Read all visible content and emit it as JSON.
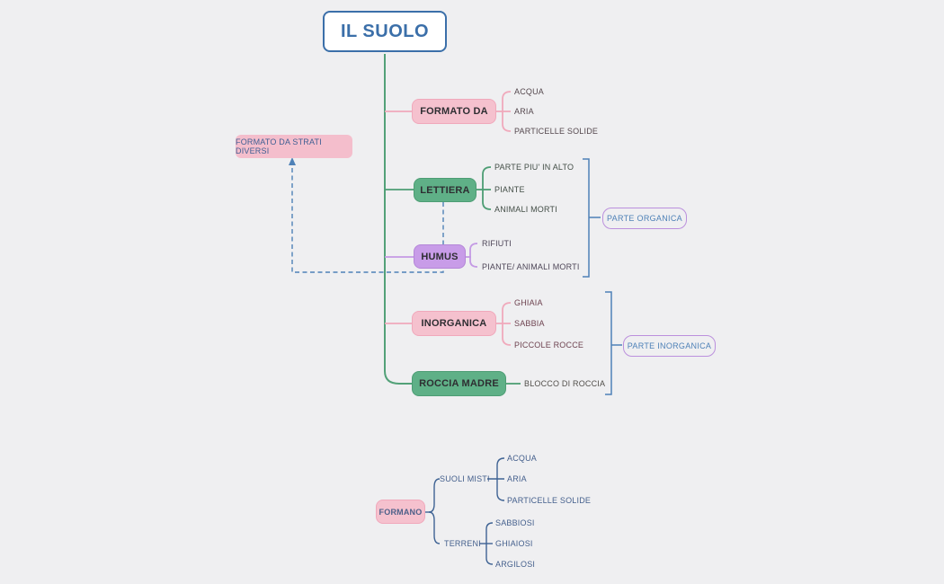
{
  "title": "IL SUOLO",
  "side_note": "FORMATO DA STRATI DIVERSI",
  "branches": [
    {
      "label": "FORMATO DA",
      "children": [
        "ACQUA",
        "ARIA",
        "PARTICELLE SOLIDE"
      ]
    },
    {
      "label": "LETTIERA",
      "children": [
        "PARTE PIU' IN ALTO",
        "PIANTE",
        "ANIMALI MORTI"
      ]
    },
    {
      "label": "HUMUS",
      "children": [
        "RIFIUTI",
        "PIANTE/ ANIMALI MORTI"
      ]
    },
    {
      "label": "INORGANICA",
      "children": [
        "GHIAIA",
        "SABBIA",
        "PICCOLE ROCCE"
      ]
    },
    {
      "label": "ROCCIA MADRE",
      "children": [
        "BLOCCO DI ROCCIA"
      ]
    }
  ],
  "group_labels": [
    {
      "label": "PARTE ORGANICA"
    },
    {
      "label": "PARTE INORGANICA"
    }
  ],
  "bottom_tree": {
    "root": "FORMANO",
    "nodes": [
      {
        "label": "SUOLI MISTI",
        "children": [
          "ACQUA",
          "ARIA",
          "PARTICELLE SOLIDE"
        ]
      },
      {
        "label": "TERRENI",
        "children": [
          "SABBIOSI",
          "GHIAIOSI",
          "ARGILOSI"
        ]
      }
    ]
  },
  "colors": {
    "background": "#efeff1",
    "title_blue": "#3b6fa9",
    "trunk_green": "#52a178",
    "pink_fill": "#f5c1ce",
    "pink_border": "#f0a8bb",
    "green_fill": "#5fb087",
    "green_border": "#4d9d74",
    "purple_fill": "#c89ce8",
    "purple_border": "#b486d8",
    "bracket_blue": "#4e81b7",
    "group_label_border": "#bb90dd",
    "bottom_tree_blue": "#3f6394"
  }
}
